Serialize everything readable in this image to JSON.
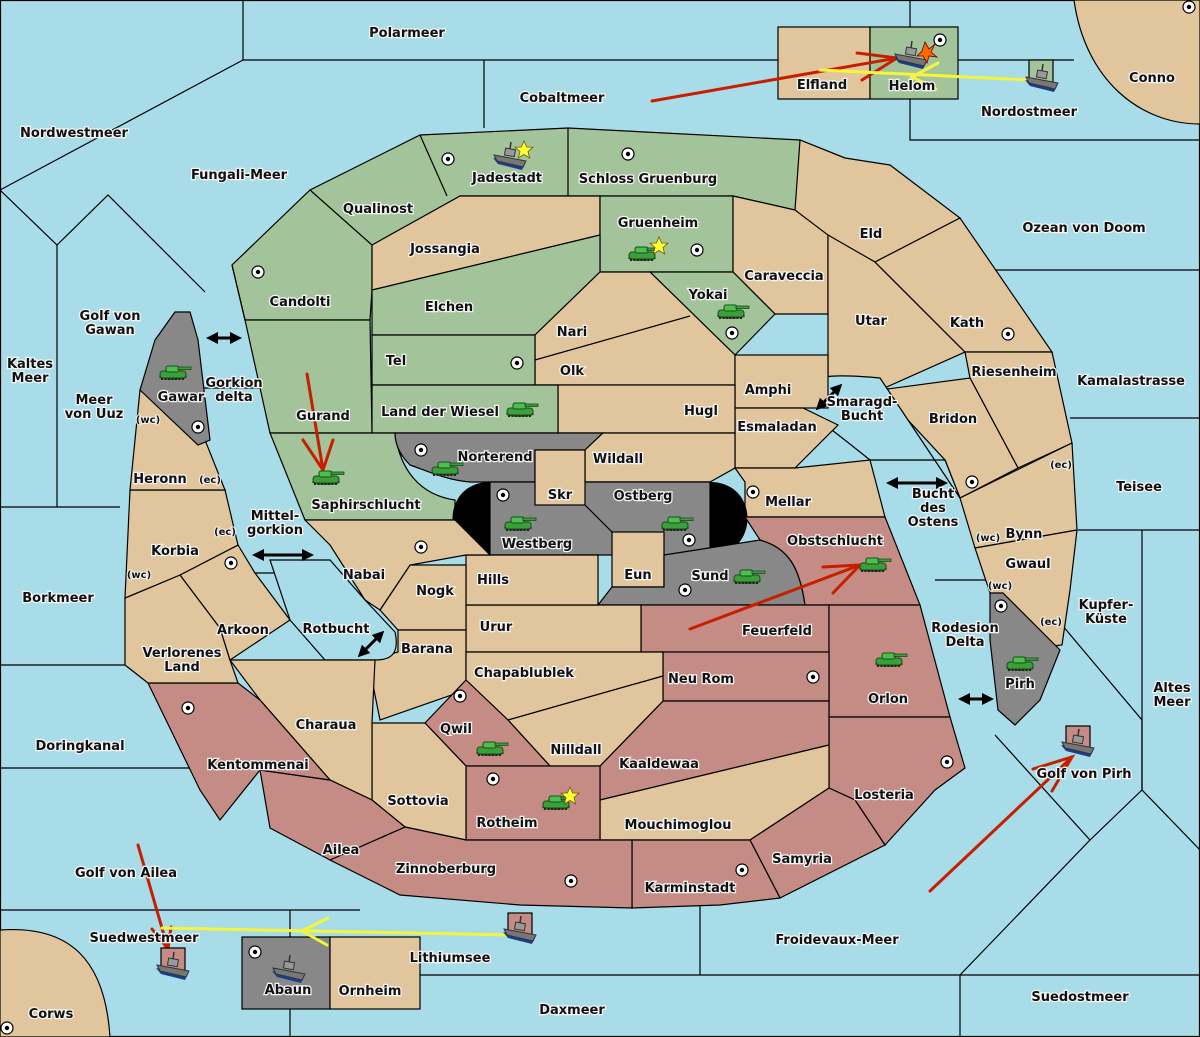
{
  "map": {
    "colors": {
      "sea": "#a8dce8",
      "neutral": "#e1c59c",
      "green_power": "#a3c49a",
      "red_power": "#c48c84",
      "gray_power": "#888888",
      "attack_arrow": "#c81e00",
      "support_arrow": "#f5f53c"
    },
    "sea_labels": [
      {
        "id": "polarmeer",
        "name": "Polarmeer"
      },
      {
        "id": "cobaltmeer",
        "name": "Cobaltmeer"
      },
      {
        "id": "nordwestmeer",
        "name": "Nordwestmeer"
      },
      {
        "id": "fungali-meer",
        "name": "Fungali-Meer"
      },
      {
        "id": "nordostmeer",
        "name": "Nordostmeer"
      },
      {
        "id": "ozean-von-doom",
        "name": "Ozean von Doom"
      },
      {
        "id": "golf-von-gawan",
        "name": "Golf von Gawan"
      },
      {
        "id": "kaltes-meer",
        "name": "Kaltes Meer"
      },
      {
        "id": "meer-von-uuz",
        "name": "Meer von Uuz"
      },
      {
        "id": "gorkion-delta",
        "name": "Gorkion delta"
      },
      {
        "id": "mittel-gorkion",
        "name": "Mittel- gorkion"
      },
      {
        "id": "kamalastrasse",
        "name": "Kamalastrasse"
      },
      {
        "id": "smaragd-bucht",
        "name": "Smaragd- Bucht"
      },
      {
        "id": "bucht-des-ostens",
        "name": "Bucht des Ostens"
      },
      {
        "id": "teisee",
        "name": "Teisee"
      },
      {
        "id": "kupfer-kueste",
        "name": "Kupfer- Küste"
      },
      {
        "id": "altes-meer",
        "name": "Altes Meer"
      },
      {
        "id": "rodesion-delta",
        "name": "Rodesion Delta"
      },
      {
        "id": "borkmeer",
        "name": "Borkmeer"
      },
      {
        "id": "rotbucht",
        "name": "Rotbucht"
      },
      {
        "id": "doringkanal",
        "name": "Doringkanal"
      },
      {
        "id": "golf-von-pirh",
        "name": "Golf von Pirh"
      },
      {
        "id": "golf-von-ailea",
        "name": "Golf von Ailea"
      },
      {
        "id": "suedwestmeer",
        "name": "Suedwestmeer"
      },
      {
        "id": "lithiumsee",
        "name": "Lithiumsee"
      },
      {
        "id": "froidevaux-meer",
        "name": "Froidevaux-Meer"
      },
      {
        "id": "daxmeer",
        "name": "Daxmeer"
      },
      {
        "id": "suedostmeer",
        "name": "Suedostmeer"
      }
    ],
    "land_labels": [
      {
        "id": "elfland",
        "name": "Elfland"
      },
      {
        "id": "helom",
        "name": "Helom"
      },
      {
        "id": "conno",
        "name": "Conno"
      },
      {
        "id": "jadestadt",
        "name": "Jadestadt"
      },
      {
        "id": "schloss-gruenburg",
        "name": "Schloss Gruenburg"
      },
      {
        "id": "qualinost",
        "name": "Qualinost"
      },
      {
        "id": "jossangia",
        "name": "Jossangia"
      },
      {
        "id": "gruenheim",
        "name": "Gruenheim"
      },
      {
        "id": "eld",
        "name": "Eld"
      },
      {
        "id": "candolti",
        "name": "Candolti"
      },
      {
        "id": "elchen",
        "name": "Elchen"
      },
      {
        "id": "caraveccia",
        "name": "Caraveccia"
      },
      {
        "id": "yokai",
        "name": "Yokai"
      },
      {
        "id": "nari",
        "name": "Nari"
      },
      {
        "id": "utar",
        "name": "Utar"
      },
      {
        "id": "kath",
        "name": "Kath"
      },
      {
        "id": "tel",
        "name": "Tel"
      },
      {
        "id": "olk",
        "name": "Olk"
      },
      {
        "id": "riesenheim",
        "name": "Riesenheim"
      },
      {
        "id": "gawar",
        "name": "Gawar"
      },
      {
        "id": "amphi",
        "name": "Amphi"
      },
      {
        "id": "gurand",
        "name": "Gurand"
      },
      {
        "id": "land-der-wiesel",
        "name": "Land der Wiesel"
      },
      {
        "id": "hugl",
        "name": "Hugl"
      },
      {
        "id": "bridon",
        "name": "Bridon"
      },
      {
        "id": "esmaladan",
        "name": "Esmaladan"
      },
      {
        "id": "norterend",
        "name": "Norterend"
      },
      {
        "id": "wildall",
        "name": "Wildall"
      },
      {
        "id": "heronn",
        "name": "Heronn"
      },
      {
        "id": "skr",
        "name": "Skr"
      },
      {
        "id": "ostberg",
        "name": "Ostberg"
      },
      {
        "id": "mellar",
        "name": "Mellar"
      },
      {
        "id": "saphirschlucht",
        "name": "Saphirschlucht"
      },
      {
        "id": "westberg",
        "name": "Westberg"
      },
      {
        "id": "obstschlucht",
        "name": "Obstschlucht"
      },
      {
        "id": "bynn",
        "name": "Bynn"
      },
      {
        "id": "korbia",
        "name": "Korbia"
      },
      {
        "id": "nabai",
        "name": "Nabai"
      },
      {
        "id": "eun",
        "name": "Eun"
      },
      {
        "id": "sund",
        "name": "Sund"
      },
      {
        "id": "gwaul",
        "name": "Gwaul"
      },
      {
        "id": "hills",
        "name": "Hills"
      },
      {
        "id": "nogk",
        "name": "Nogk"
      },
      {
        "id": "arkoon",
        "name": "Arkoon"
      },
      {
        "id": "urur",
        "name": "Urur"
      },
      {
        "id": "feuerfeld",
        "name": "Feuerfeld"
      },
      {
        "id": "barana",
        "name": "Barana"
      },
      {
        "id": "verlorenes-land",
        "name": "Verlorenes Land"
      },
      {
        "id": "orlon",
        "name": "Orlon"
      },
      {
        "id": "pirh",
        "name": "Pirh"
      },
      {
        "id": "chapablublek",
        "name": "Chapablublek"
      },
      {
        "id": "neu-rom",
        "name": "Neu Rom"
      },
      {
        "id": "charaua",
        "name": "Charaua"
      },
      {
        "id": "qwil",
        "name": "Qwil"
      },
      {
        "id": "nilldall",
        "name": "Nilldall"
      },
      {
        "id": "kentommenai",
        "name": "Kentommenai"
      },
      {
        "id": "kaaldewaa",
        "name": "Kaaldewaa"
      },
      {
        "id": "sottovia",
        "name": "Sottovia"
      },
      {
        "id": "losteria",
        "name": "Losteria"
      },
      {
        "id": "rotheim",
        "name": "Rotheim"
      },
      {
        "id": "mouchimoglou",
        "name": "Mouchimoglou"
      },
      {
        "id": "ailea",
        "name": "Ailea"
      },
      {
        "id": "samyria",
        "name": "Samyria"
      },
      {
        "id": "zinnoberburg",
        "name": "Zinnoberburg"
      },
      {
        "id": "karminstadt",
        "name": "Karminstadt"
      },
      {
        "id": "abaun",
        "name": "Abaun"
      },
      {
        "id": "ornheim",
        "name": "Ornheim"
      },
      {
        "id": "corws",
        "name": "Corws"
      }
    ],
    "coast_markers": [
      {
        "id": "gawar-wc",
        "text": "(wc)"
      },
      {
        "id": "heronn-ec",
        "text": "(ec)"
      },
      {
        "id": "korbia-ec",
        "text": "(ec)"
      },
      {
        "id": "korbia-wc",
        "text": "(wc)"
      },
      {
        "id": "bridon-ec",
        "text": "(ec)"
      },
      {
        "id": "bynn-wc",
        "text": "(wc)"
      },
      {
        "id": "gwaul-wc",
        "text": "(wc)"
      },
      {
        "id": "pirh-ec",
        "text": "(ec)"
      }
    ],
    "units": [
      {
        "type": "fleet",
        "location": "Jadestadt",
        "star": true
      },
      {
        "type": "army",
        "location": "Gruenheim",
        "star": true
      },
      {
        "type": "army",
        "location": "Yokai"
      },
      {
        "type": "army",
        "location": "Gawar"
      },
      {
        "type": "army",
        "location": "Land der Wiesel"
      },
      {
        "type": "army",
        "location": "Norterend"
      },
      {
        "type": "army",
        "location": "Saphirschlucht"
      },
      {
        "type": "army",
        "location": "Westberg"
      },
      {
        "type": "army",
        "location": "Ostberg"
      },
      {
        "type": "army",
        "location": "Sund"
      },
      {
        "type": "army",
        "location": "Obstschlucht"
      },
      {
        "type": "army",
        "location": "Orlon"
      },
      {
        "type": "army",
        "location": "Pirh"
      },
      {
        "type": "army",
        "location": "Qwil"
      },
      {
        "type": "army",
        "location": "Rotheim",
        "star": true
      },
      {
        "type": "fleet",
        "location": "Helom",
        "dislodged": true
      },
      {
        "type": "fleet",
        "location": "Nordostmeer"
      },
      {
        "type": "fleet",
        "location": "Abaun"
      },
      {
        "type": "fleet",
        "location": "Golf von Pirh"
      },
      {
        "type": "fleet",
        "location": "Suedwestmeer"
      },
      {
        "type": "fleet",
        "location": "Lithiumsee"
      }
    ],
    "orders": [
      {
        "kind": "attack",
        "from": "Cobaltmeer",
        "to": "Helom"
      },
      {
        "kind": "support",
        "from": "Nordostmeer",
        "to": "Elfland"
      },
      {
        "kind": "attack",
        "from": "Gurand",
        "to": "Saphirschlucht"
      },
      {
        "kind": "attack",
        "from": "Feuerfeld",
        "to": "Obstschlucht"
      },
      {
        "kind": "attack",
        "from": "Froidevaux-Meer",
        "to": "Golf von Pirh"
      },
      {
        "kind": "attack",
        "from": "Golf von Ailea",
        "to": "Suedwestmeer"
      },
      {
        "kind": "support",
        "from": "Lithiumsee",
        "to": "Suedwestmeer"
      }
    ]
  }
}
